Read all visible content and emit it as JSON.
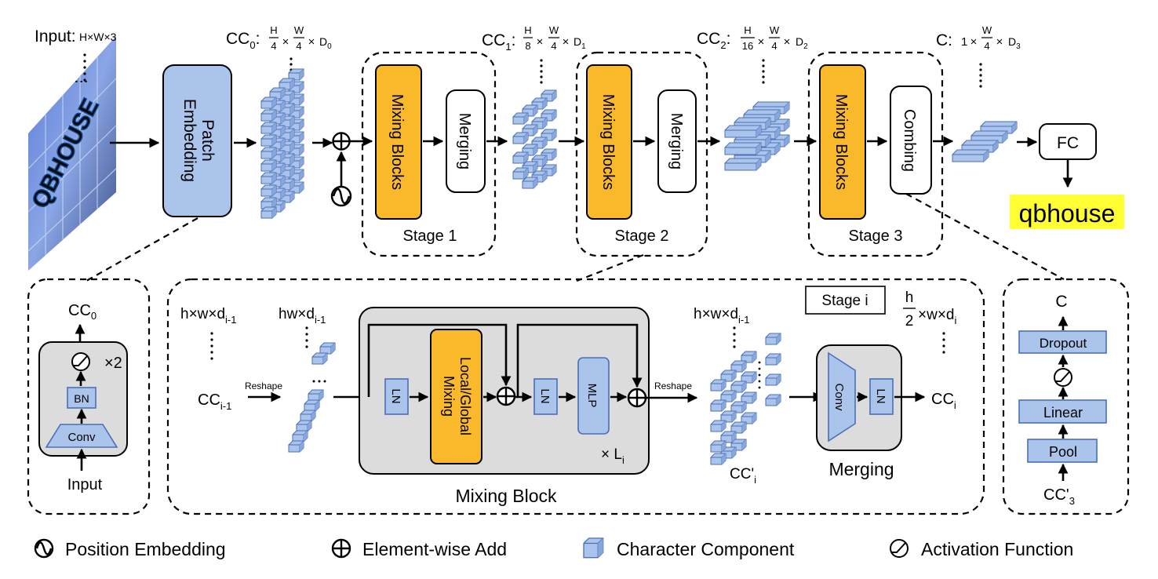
{
  "top": {
    "input_label": "Input:",
    "input_dims": "H×W×3",
    "input_image_text": "QBHOUSE",
    "cc0": {
      "name": "CC",
      "sub": "0",
      "h_num": "H",
      "h_den": "4",
      "w_num": "W",
      "w_den": "4",
      "d": "D",
      "d_sub": "0"
    },
    "cc1": {
      "name": "CC",
      "sub": "1",
      "h_num": "H",
      "h_den": "8",
      "w_num": "W",
      "w_den": "4",
      "d": "D",
      "d_sub": "1"
    },
    "cc2": {
      "name": "CC",
      "sub": "2",
      "h_num": "H",
      "h_den": "16",
      "w_num": "W",
      "w_den": "4",
      "d": "D",
      "d_sub": "2"
    },
    "c_out": {
      "name": "C:",
      "lead": "1",
      "w_num": "W",
      "w_den": "4",
      "d": "D",
      "d_sub": "3"
    },
    "times": "×",
    "patch_embedding": [
      "Patch",
      "Embedding"
    ],
    "mixing_blocks": "Mixing  Blocks",
    "merging": "Merging",
    "combing": "Combing",
    "stage1": "Stage 1",
    "stage2": "Stage 2",
    "stage3": "Stage 3",
    "fc": "FC",
    "output": "qbhouse"
  },
  "patch_detail": {
    "output": "CC",
    "output_sub": "0",
    "bn": "BN",
    "conv": "Conv",
    "repeat": "×2",
    "input": "Input"
  },
  "mixing_detail": {
    "stage_tag": "Stage i",
    "in_shape": "h×w×d",
    "in_shape_sub": "i-1",
    "reshaped_shape": "hw×d",
    "reshaped_shape_sub": "i-1",
    "cc_in": "CC",
    "cc_in_sub": "i-1",
    "reshape_label": "Reshape",
    "ln": "LN",
    "local_global": [
      "Local/Global",
      "Mixing"
    ],
    "mlp": "MLP",
    "repeat": "× L",
    "repeat_sub": "i",
    "title": "Mixing Block",
    "out_shape": "h×w×d",
    "out_shape_sub": "i-1",
    "cc_prime": "CC'",
    "cc_prime_sub": "i",
    "conv": "Conv",
    "merging": "Merging",
    "final_frac_num": "h",
    "final_frac_den": "2",
    "final_shape": "×w×d",
    "final_shape_sub": "i",
    "cc_out": "CC",
    "cc_out_sub": "i"
  },
  "combing_detail": {
    "output": "C",
    "dropout": "Dropout",
    "linear": "Linear",
    "pool": "Pool",
    "input": "CC'",
    "input_sub": "3"
  },
  "legend": [
    {
      "icon": "position-embedding-icon",
      "label": "Position Embedding"
    },
    {
      "icon": "element-wise-add-icon",
      "label": "Element-wise Add"
    },
    {
      "icon": "character-component-icon",
      "label": "Character Component"
    },
    {
      "icon": "activation-function-icon",
      "label": "Activation Function"
    }
  ],
  "colors": {
    "blue_block": "#aac4ec",
    "blue_stroke": "#4a6fb5",
    "orange_block": "#f9b92a",
    "gray_panel": "#dcdcdc",
    "output_highlight": "#ffff33",
    "input_glow": "#1ec8f0"
  }
}
